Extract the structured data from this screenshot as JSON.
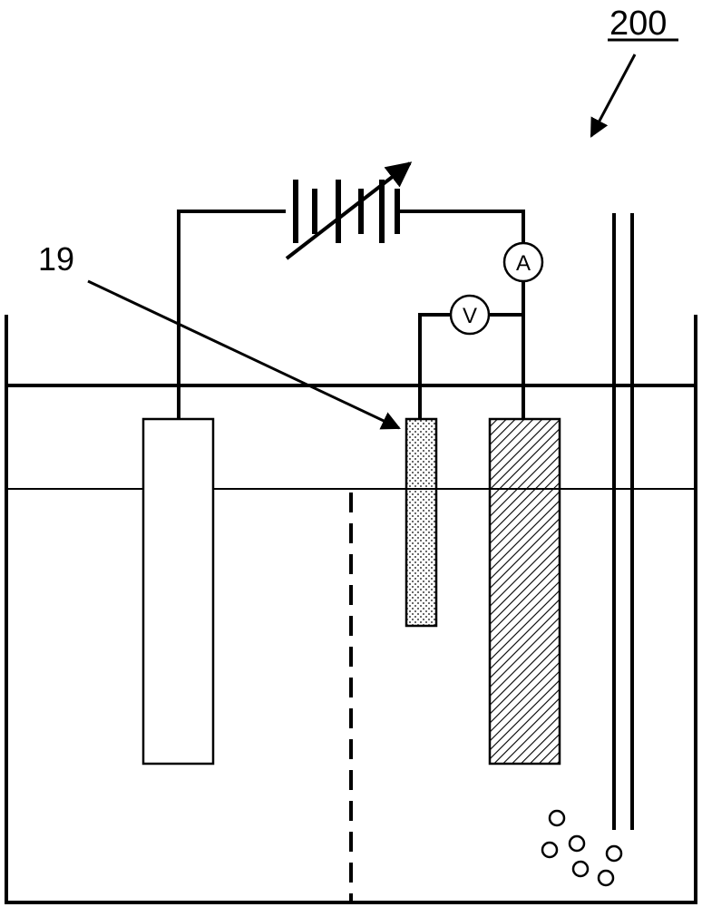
{
  "labels": {
    "figure_number": "200",
    "reference_numeral": "19"
  },
  "meters": {
    "ammeter": "A",
    "voltmeter": "V"
  },
  "colors": {
    "ink": "#000000",
    "background": "#ffffff"
  }
}
